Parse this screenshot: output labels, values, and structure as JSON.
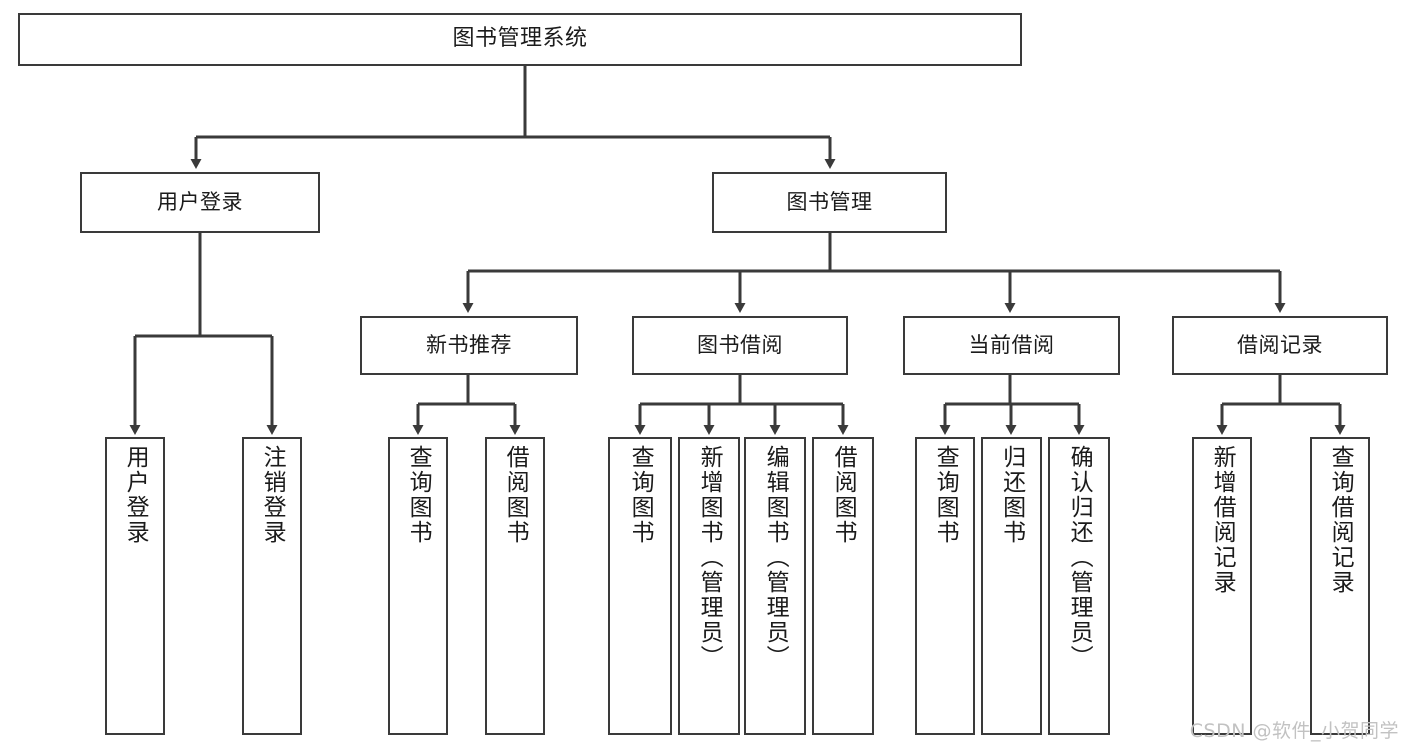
{
  "diagram": {
    "type": "tree-hierarchy-chart",
    "title": "图书管理系统",
    "root": {
      "label": "图书管理系统"
    },
    "level2": [
      {
        "label": "用户登录"
      },
      {
        "label": "图书管理"
      }
    ],
    "level3": [
      {
        "label": "新书推荐"
      },
      {
        "label": "图书借阅"
      },
      {
        "label": "当前借阅"
      },
      {
        "label": "借阅记录"
      }
    ],
    "leaves": {
      "user_login": [
        {
          "label": "用户登录"
        },
        {
          "label": "注销登录"
        }
      ],
      "new_book_recommend": [
        {
          "label": "查询图书"
        },
        {
          "label": "借阅图书"
        }
      ],
      "book_borrow": [
        {
          "label": "查询图书"
        },
        {
          "label": "新增图书（管理员）"
        },
        {
          "label": "编辑图书（管理员）"
        },
        {
          "label": "借阅图书"
        }
      ],
      "current_borrow": [
        {
          "label": "查询图书"
        },
        {
          "label": "归还图书"
        },
        {
          "label": "确认归还（管理员）"
        }
      ],
      "borrow_record": [
        {
          "label": "新增借阅记录"
        },
        {
          "label": "查询借阅记录"
        }
      ]
    }
  },
  "watermark": {
    "text": "CSDN @软件_小贺同学"
  },
  "colors": {
    "stroke": "#3a3a3a",
    "text": "#1b1b1b",
    "background": "#ffffff",
    "watermark": "#c2c2c2"
  }
}
